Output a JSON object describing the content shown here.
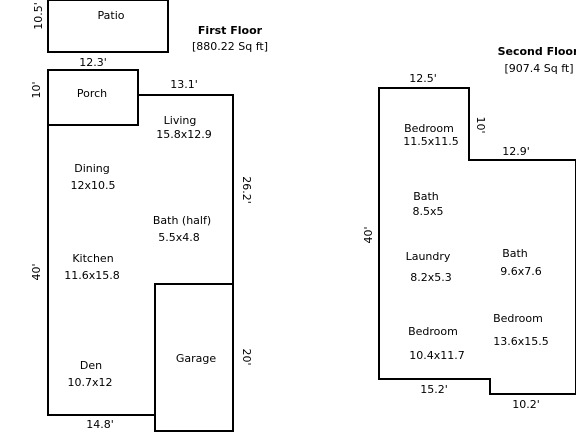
{
  "first_floor": {
    "title": "First Floor",
    "area": "[880.22 Sq ft]",
    "rooms": {
      "patio": {
        "name": "Patio"
      },
      "porch": {
        "name": "Porch"
      },
      "living": {
        "name": "Living",
        "size": "15.8x12.9"
      },
      "dining": {
        "name": "Dining",
        "size": "12x10.5"
      },
      "bath_half": {
        "name": "Bath (half)",
        "size": "5.5x4.8"
      },
      "kitchen": {
        "name": "Kitchen",
        "size": "11.6x15.8"
      },
      "den": {
        "name": "Den",
        "size": "10.7x12"
      },
      "garage": {
        "name": "Garage"
      }
    },
    "dimensions": {
      "patio_height": "10.5'",
      "patio_width": "12.3'",
      "porch_height": "10'",
      "living_width": "13.1'",
      "right_height": "26.2'",
      "left_height": "40'",
      "garage_height": "20'",
      "bottom_width": "14.8'"
    }
  },
  "second_floor": {
    "title": "Second Floor",
    "area": "[907.4 Sq ft]",
    "rooms": {
      "bedroom1": {
        "name": "Bedroom",
        "size": "11.5x11.5"
      },
      "bath1": {
        "name": "Bath",
        "size": "8.5x5"
      },
      "laundry": {
        "name": "Laundry",
        "size": "8.2x5.3"
      },
      "bath2": {
        "name": "Bath",
        "size": "9.6x7.6"
      },
      "bedroom2": {
        "name": "Bedroom",
        "size": "10.4x11.7"
      },
      "bedroom3": {
        "name": "Bedroom",
        "size": "13.6x15.5"
      }
    },
    "dimensions": {
      "top_width": "12.5'",
      "step_height": "10'",
      "step_width": "12.9'",
      "left_height": "40'",
      "bottom_left_width": "15.2'",
      "bottom_right_width": "10.2'"
    }
  }
}
